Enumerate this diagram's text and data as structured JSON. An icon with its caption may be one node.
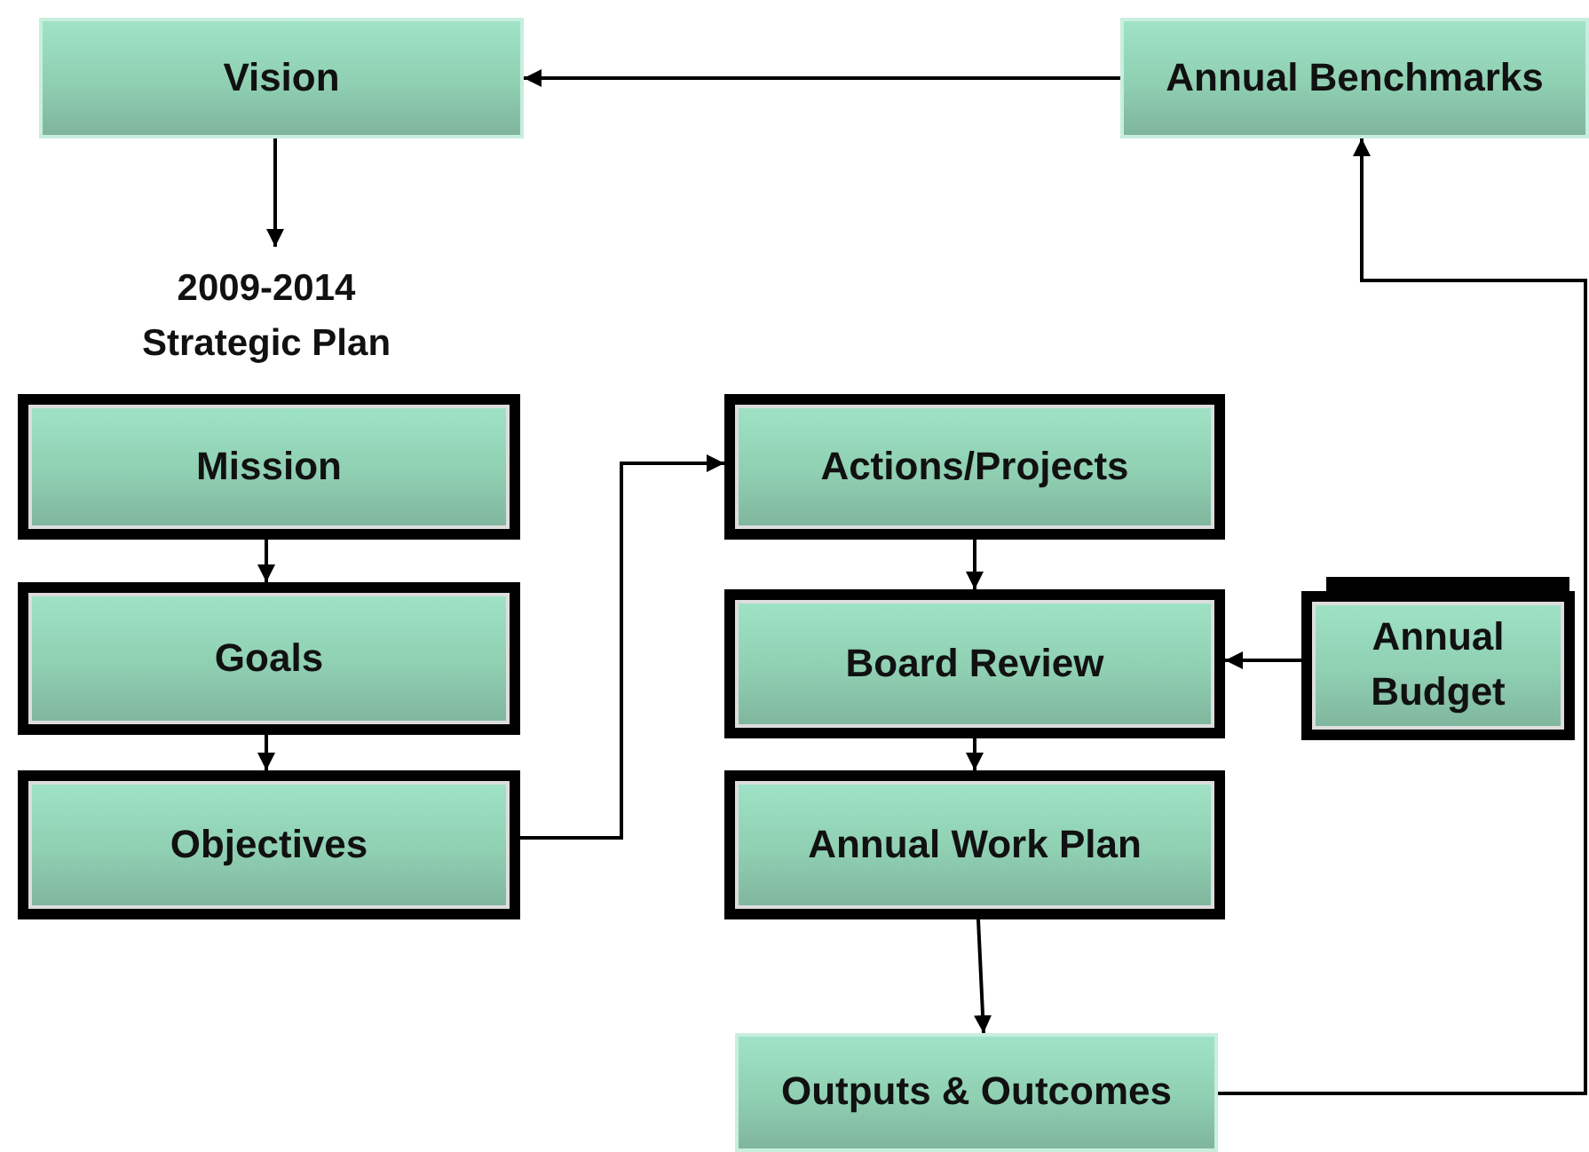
{
  "diagram": {
    "nodes": [
      {
        "text": [
          "Vision"
        ]
      },
      {
        "text": [
          "Annual Benchmarks"
        ]
      },
      {
        "text": [
          "2009-2014 Strategic Plan"
        ]
      },
      {
        "text": [
          "Mission"
        ]
      },
      {
        "text": [
          "Goals"
        ]
      },
      {
        "text": [
          "Objectives"
        ]
      },
      {
        "text": [
          "Actions/Projects"
        ]
      },
      {
        "text": [
          "Board Review"
        ]
      },
      {
        "text": [
          "Annual Budget"
        ]
      },
      {
        "text": [
          "Annual Work Plan"
        ]
      },
      {
        "text": [
          "Outputs & Outcomes"
        ]
      }
    ],
    "edges": [
      {
        "from": 1,
        "to": 0,
        "arrow": "to"
      },
      {
        "from": 0,
        "to": 2,
        "arrow": "to"
      },
      {
        "from": 3,
        "to": 4,
        "arrow": "to"
      },
      {
        "from": 4,
        "to": 5,
        "arrow": "to"
      },
      {
        "from": 5,
        "to": 6,
        "arrow": "to"
      },
      {
        "from": 6,
        "to": 7,
        "arrow": "to"
      },
      {
        "from": 8,
        "to": 7,
        "arrow": "to"
      },
      {
        "from": 7,
        "to": 9,
        "arrow": "to"
      },
      {
        "from": 9,
        "to": 10,
        "arrow": "to"
      },
      {
        "from": 10,
        "to": 1,
        "arrow": "to"
      }
    ]
  }
}
